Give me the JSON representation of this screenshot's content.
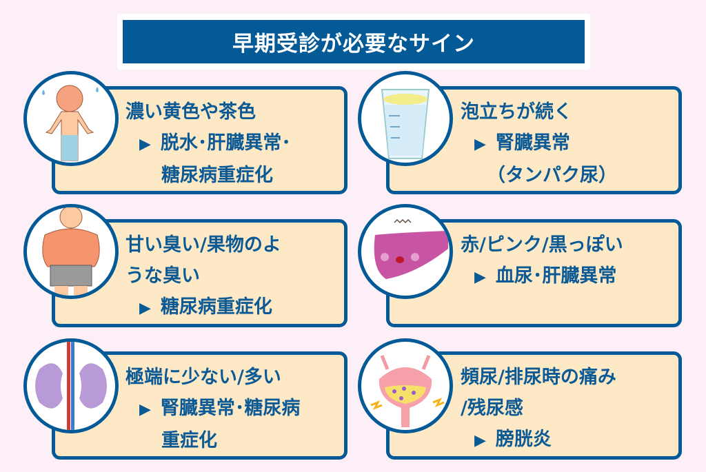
{
  "title": "早期受診が必要なサイン",
  "arrow": "▶",
  "colors": {
    "primary": "#035a97",
    "card": "#fee9c6",
    "background": "#fdeff8"
  },
  "cards": [
    {
      "icon": "dehydrated-person-icon",
      "lines": [
        "濃い黄色や茶色"
      ],
      "result": [
        "脱水･肝臓異常･",
        "糖尿病重症化"
      ]
    },
    {
      "icon": "foamy-urine-cup-icon",
      "lines": [
        "泡立ちが続く"
      ],
      "result": [
        "腎臓異常",
        "（タンパク尿）"
      ]
    },
    {
      "icon": "overweight-person-icon",
      "lines": [
        "甘い臭い/果物のよ",
        "うな臭い"
      ],
      "result": [
        "糖尿病重症化"
      ]
    },
    {
      "icon": "liver-icon",
      "lines": [
        "赤/ピンク/黒っぽい"
      ],
      "result": [
        "血尿･肝臓異常"
      ]
    },
    {
      "icon": "kidneys-icon",
      "lines": [
        "極端に少ない/多い"
      ],
      "result": [
        "腎臓異常･糖尿病",
        "重症化"
      ]
    },
    {
      "icon": "bladder-icon",
      "lines": [
        "頻尿/排尿時の痛み",
        "/残尿感"
      ],
      "result": [
        "膀胱炎"
      ]
    }
  ]
}
